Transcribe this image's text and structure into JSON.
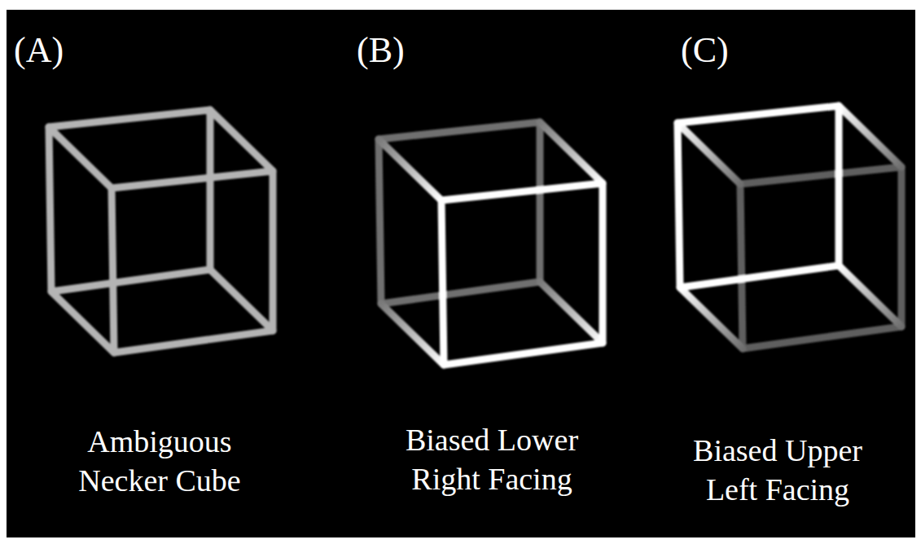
{
  "diagram": {
    "labels": [
      "(A)",
      "(B)",
      "(C)",
      "Ambiguous Necker Cube",
      "Biased Lower Right Facing",
      "Biased Upper Left Facing"
    ]
  }
}
